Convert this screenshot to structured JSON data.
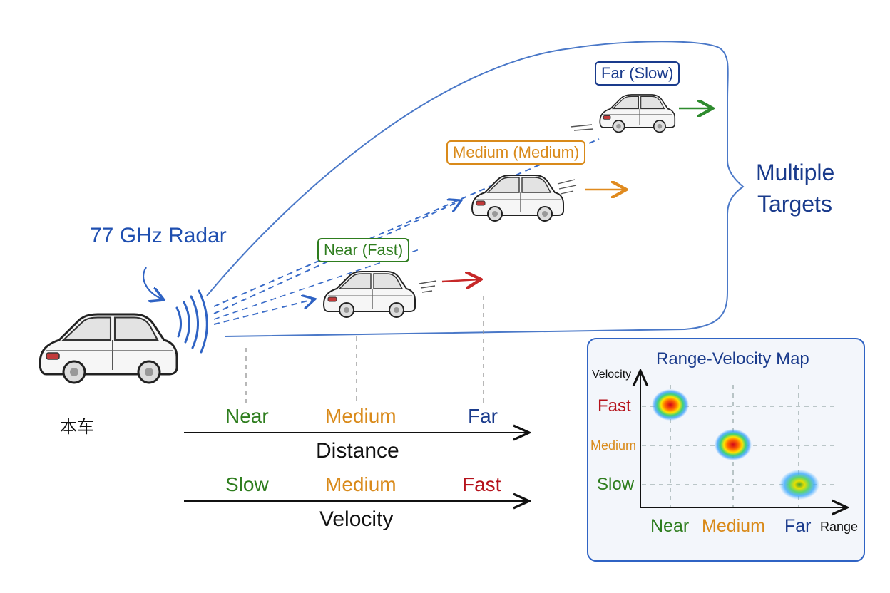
{
  "radar_label": "77 GHz Radar",
  "ego_label": "本车",
  "targets_label": [
    "Multiple",
    "Targets"
  ],
  "targets": [
    {
      "label": "Near (Fast)",
      "color": "#2e7d1e",
      "arrow_color": "#c62828"
    },
    {
      "label": "Medium (Medium)",
      "color": "#d98a1a",
      "arrow_color": "#e08a1e"
    },
    {
      "label": "Far (Slow)",
      "color": "#1a3b8c",
      "arrow_color": "#2e8b2e"
    }
  ],
  "distance_axis": {
    "title": "Distance",
    "ticks": [
      "Near",
      "Medium",
      "Far"
    ]
  },
  "velocity_axis": {
    "title": "Velocity",
    "ticks": [
      "Slow",
      "Medium",
      "Fast"
    ]
  },
  "rv_map": {
    "title": "Range-Velocity Map",
    "y_axis_label": "Velocity",
    "x_axis_label": "Range",
    "y_ticks": [
      "Fast",
      "Medium",
      "Slow"
    ],
    "x_ticks": [
      "Near",
      "Medium",
      "Far"
    ],
    "blobs": [
      {
        "range": "Near",
        "velocity": "Fast",
        "intensity": "high"
      },
      {
        "range": "Medium",
        "velocity": "Medium",
        "intensity": "high"
      },
      {
        "range": "Far",
        "velocity": "Slow",
        "intensity": "medium"
      }
    ]
  },
  "colors": {
    "beam": "#3b6fc9",
    "near": "#2e7d1e",
    "medium": "#d98a1a",
    "far": "#1a3b8c",
    "fast": "#b5121b"
  }
}
